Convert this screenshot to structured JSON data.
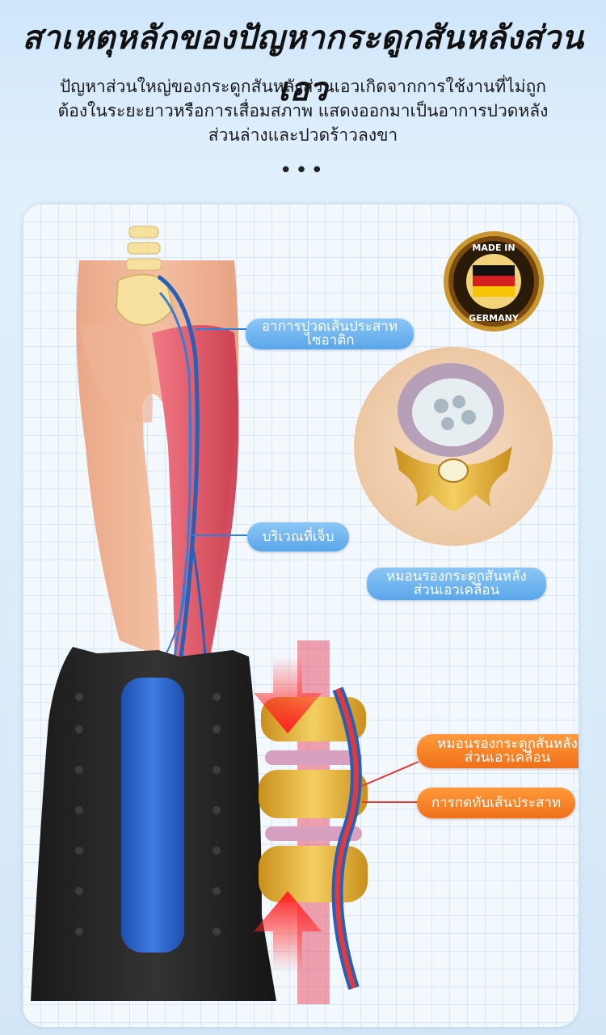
{
  "header": {
    "title": "สาเหตุหลักของปัญหากระดูกสันหลังส่วนเอว",
    "subtitle": "ปัญหาส่วนใหญ่ของกระดูกสันหลังส่วนเอวเกิดจากการใช้งานที่ไม่ถูกต้องในระยะยาวหรือการเสื่อมสภาพ แสดงออกมาเป็นอาการปวดหลังส่วนล่างและปวดร้าวลงขา",
    "dots": "•••"
  },
  "badge": {
    "top": "MADE IN",
    "bottom": "GERMANY"
  },
  "labels": {
    "sciatica": "อาการปวดเส้นประสาทไซอาติก",
    "pain_area": "บริเวณที่เจ็บ",
    "herniated_blue": "หมอนรองกระดูกสันหลังส่วนเอวเคลื่อน",
    "herniated_orange": "หมอนรองกระดูกสันหลังส่วนเอวเคลื่อน",
    "nerve_pressure": "การกดทับเส้นประสาท"
  },
  "colors": {
    "accent_blue": "#5aa6ea",
    "accent_orange": "#f0701a",
    "inflamed_red": "#e34a5a",
    "nerve_blue": "#2860b8",
    "spine_yellow": "#e8b83a"
  }
}
